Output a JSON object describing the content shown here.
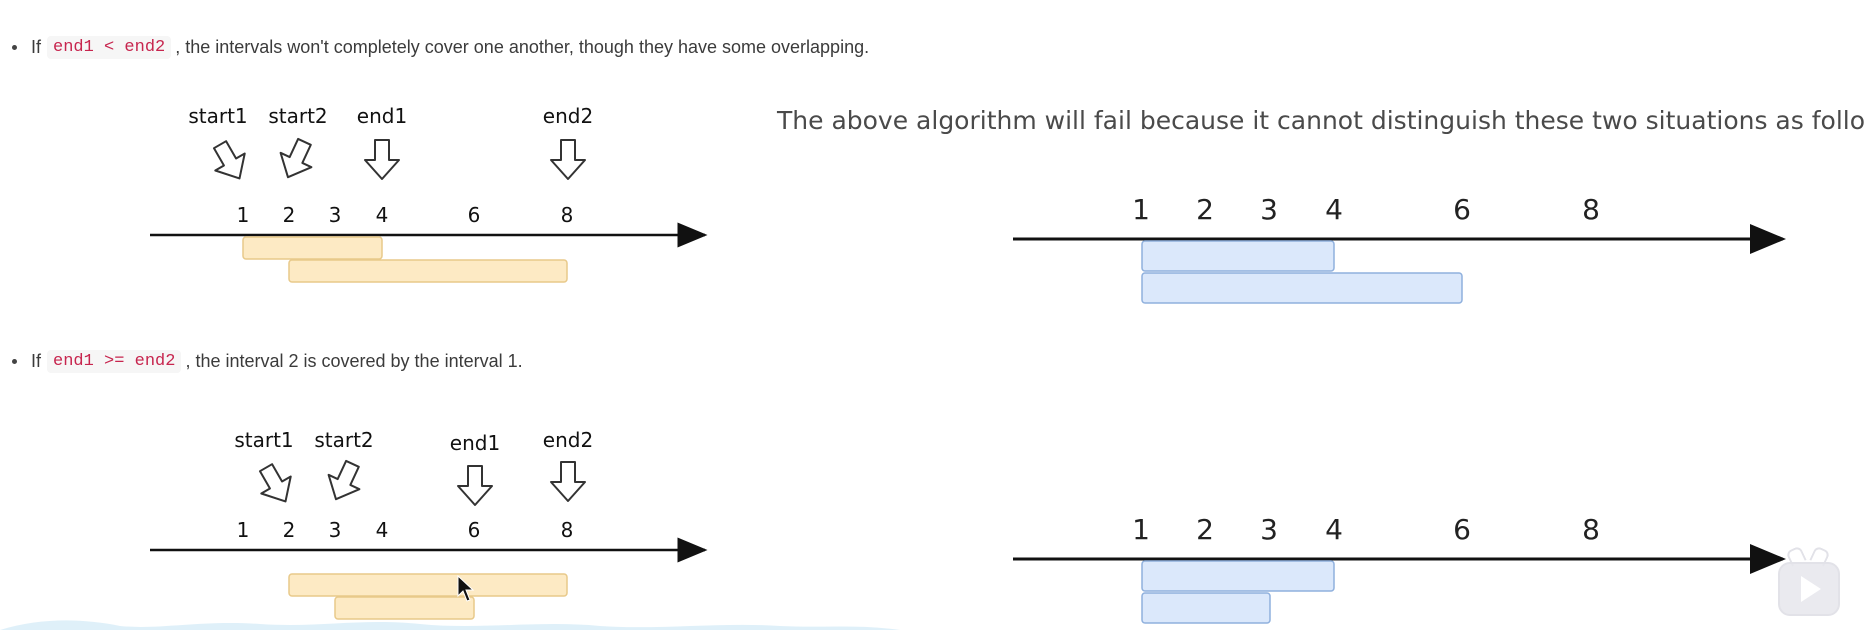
{
  "bullets": [
    {
      "prefix": "If",
      "code": "end1 < end2",
      "text": ", the intervals won't completely cover one another, though they have some overlapping."
    },
    {
      "prefix": "If",
      "code": "end1 >= end2",
      "text": ", the interval 2 is covered by the interval 1."
    }
  ],
  "heading": "The above algorithm will fail because it cannot distinguish these two situations as follows:",
  "diagrams": {
    "top_left": {
      "labels": {
        "start1": "start1",
        "start2": "start2",
        "end1": "end1",
        "end2": "end2"
      },
      "ticks": [
        "1",
        "2",
        "3",
        "4",
        "6",
        "8"
      ],
      "intervals": [
        {
          "start": 1,
          "end": 4
        },
        {
          "start": 2,
          "end": 8
        }
      ]
    },
    "bottom_left": {
      "labels": {
        "start1": "start1",
        "start2": "start2",
        "end1": "end1",
        "end2": "end2"
      },
      "ticks": [
        "1",
        "2",
        "3",
        "4",
        "6",
        "8"
      ],
      "intervals": [
        {
          "start": 2,
          "end": 8
        },
        {
          "start": 3,
          "end": 6
        }
      ]
    },
    "top_right": {
      "ticks": [
        "1",
        "2",
        "3",
        "4",
        "6",
        "8"
      ],
      "intervals": [
        {
          "start": 1,
          "end": 4
        },
        {
          "start": 1,
          "end": 6
        }
      ]
    },
    "bottom_right": {
      "ticks": [
        "1",
        "2",
        "3",
        "4",
        "6",
        "8"
      ],
      "intervals": [
        {
          "start": 1,
          "end": 4
        },
        {
          "start": 1,
          "end": 3
        }
      ]
    }
  },
  "colors": {
    "yellow_fill": "#fdeac4",
    "yellow_stroke": "#e8c98a",
    "blue_fill": "#dbe8fb",
    "blue_stroke": "#8fb0dd",
    "code_text": "#c7254e"
  },
  "icons": [
    "arrow-down-icon",
    "cursor-icon",
    "play-button-icon"
  ]
}
